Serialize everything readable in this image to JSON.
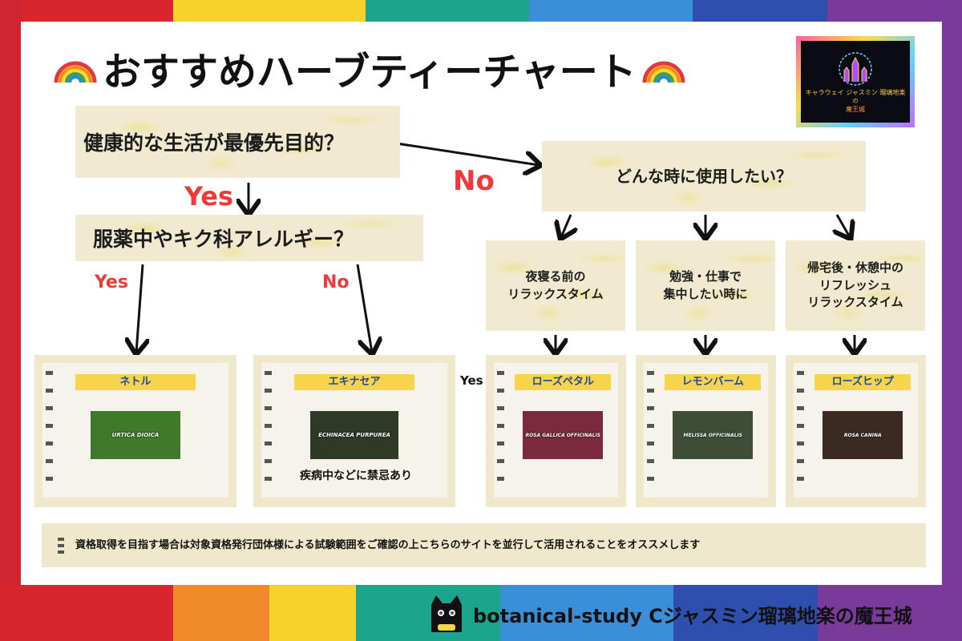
{
  "title": "おすすめハーブティーチャート",
  "colors": {
    "accent_red": "#ee3a3a",
    "tag_yellow": "#f8d44a",
    "tag_text": "#1a4a9c",
    "paper": "#f2ead0"
  },
  "logo": {
    "text_line1": "キャラウェイ ジャスミン 瑠璃地楽",
    "text_line2": "の",
    "text_line3": "魔王城"
  },
  "questions": {
    "q1": "健康的な生活が最優先目的？",
    "q2": "服薬中やキク科アレルギー？",
    "q3": "どんな時に使用したい？"
  },
  "labels": {
    "yes1": "Yes",
    "no1": "No",
    "yes2": "Yes",
    "no2": "No",
    "yes3": "Yes"
  },
  "situations": [
    {
      "text": "夜寝る前の\nリラックスタイム"
    },
    {
      "text": "勉強・仕事で\n集中したい時に"
    },
    {
      "text": "帰宅後・休憩中の\nリフレッシュ\nリラックスタイム"
    }
  ],
  "herbs": [
    {
      "name": "ネトル",
      "latin": "URTICA DIOICA",
      "photo_color": "#3f7a2b"
    },
    {
      "name": "エキナセア",
      "latin": "ECHINACEA PURPUREA",
      "photo_color": "#2e3a26",
      "note": "疾病中などに禁忌あり"
    },
    {
      "name": "ローズペタル",
      "latin": "ROSA GALLICA OFFICINALIS",
      "photo_color": "#7a2a3a"
    },
    {
      "name": "レモンバーム",
      "latin": "MELISSA OFFICINALIS",
      "photo_color": "#3e4e36"
    },
    {
      "name": "ローズヒップ",
      "latin": "ROSA CANINA",
      "photo_color": "#3a2a22"
    }
  ],
  "footer_note": "資格取得を目指す場合は対象資格発行団体様による試験範囲をご確認の上こちらのサイトを並行して活用されることをオススメします",
  "credit": "botanical-study Cジャスミン瑠璃地楽の魔王城",
  "icons": [
    "rainbow-icon",
    "cat-icon",
    "arrow-icon",
    "castle-logo-icon"
  ]
}
